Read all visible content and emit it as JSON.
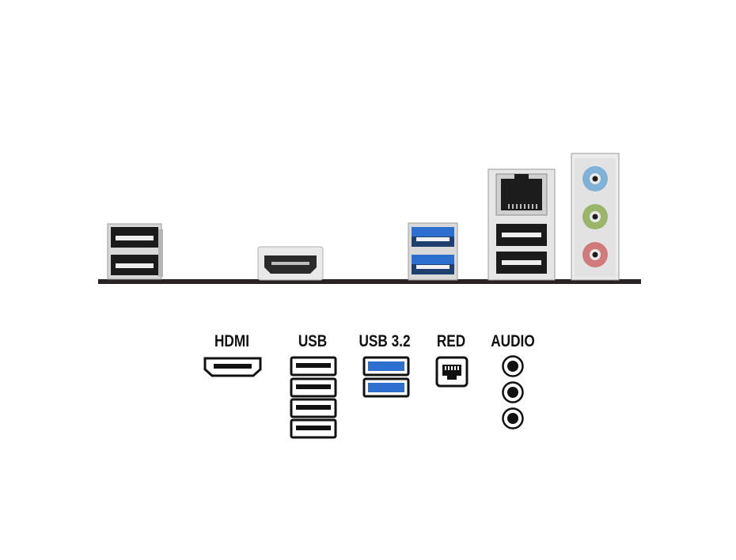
{
  "legend": {
    "hdmi": "HDMI",
    "usb": "USB",
    "usb32": "USB 3.2",
    "red": "RED",
    "audio": "AUDIO"
  },
  "colors": {
    "usb32_blue": "#2c6fcf",
    "audio_line_in": "#7fb2d6",
    "audio_line_out": "#9bb56a",
    "audio_mic": "#d07a7c",
    "pcb": "#2a2323"
  },
  "icons": [
    "hdmi-port-icon",
    "usb-port-icon",
    "usb32-port-icon",
    "ethernet-port-icon",
    "audio-jack-icon"
  ]
}
